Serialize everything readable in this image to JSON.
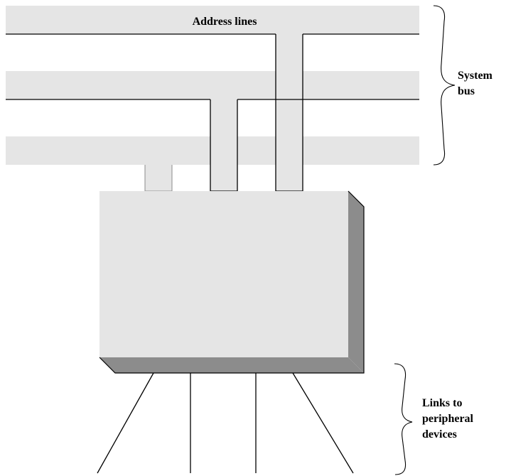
{
  "labels": {
    "address_lines": "Address lines",
    "system_bus_line1": "System",
    "system_bus_line2": "bus",
    "links_line1": "Links to",
    "links_line2": "peripheral",
    "links_line3": "devices"
  },
  "colors": {
    "bus_fill": "#e5e5e5",
    "module_face": "#e5e5e5",
    "module_shadow": "#8c8c8c",
    "stroke": "#000000",
    "background": "#ffffff"
  }
}
